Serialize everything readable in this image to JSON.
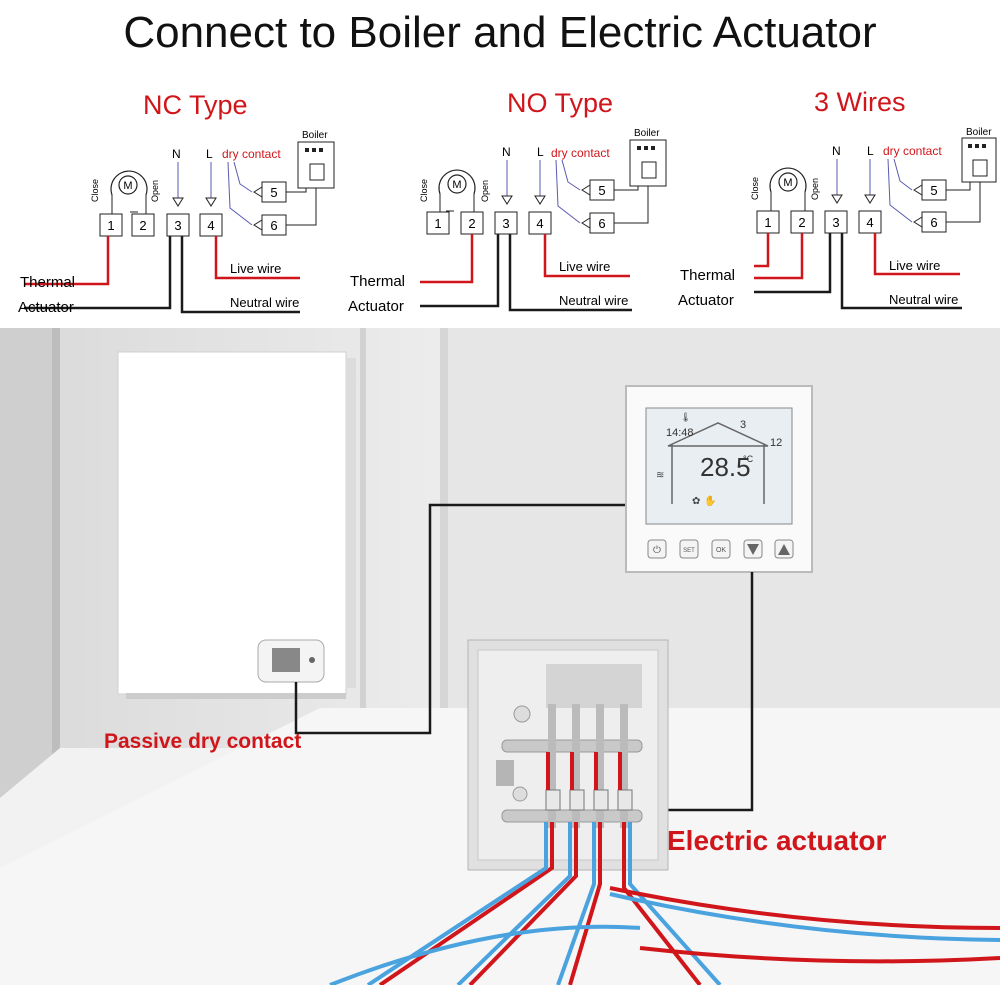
{
  "title": "Connect to Boiler and Electric Actuator",
  "panels": [
    {
      "title": "NC Type"
    },
    {
      "title": "NO Type"
    },
    {
      "title": "3 Wires"
    }
  ],
  "labels": {
    "boiler": "Boiler",
    "n": "N",
    "l": "L",
    "dry_contact": "dry contact",
    "close": "Close",
    "open": "Open",
    "motor": "M",
    "terminals": [
      "1",
      "2",
      "3",
      "4",
      "5",
      "6"
    ],
    "thermal": "Thermal",
    "actuator": "Actuator",
    "live_wire": "Live wire",
    "neutral_wire": "Neutral wire"
  },
  "thermostat": {
    "time": "14:48",
    "temperature": "28.5",
    "unit": "°C",
    "set_value": "12",
    "mode_number": "3",
    "buttons": [
      "power",
      "SET",
      "OK",
      "down",
      "up"
    ]
  },
  "callouts": {
    "passive": "Passive dry contact",
    "actuator": "Electric actuator"
  },
  "colors": {
    "red": "#d0161b",
    "wire_dark": "#1a1a1a",
    "wire_blue": "#4aa3df",
    "dry_contact_wire": "#5a5ab0"
  }
}
